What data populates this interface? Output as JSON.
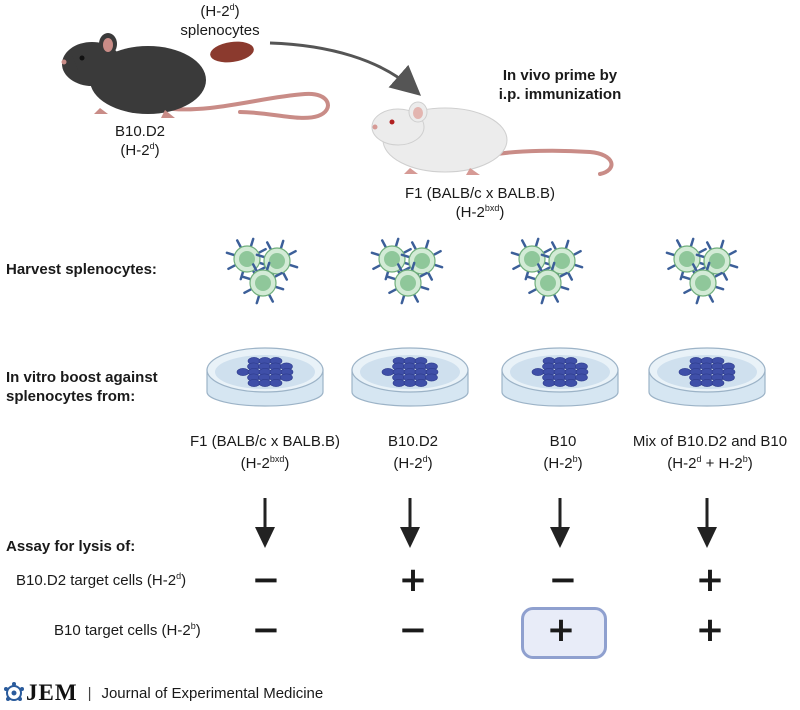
{
  "donor": {
    "haplotype_top_prefix": "(H-2",
    "haplotype_top_sup": "d",
    "haplotype_top_suffix": ")",
    "cells_label": "splenocytes",
    "strain": "B10.D2",
    "haplotype_prefix": "(H-2",
    "haplotype_sup": "d",
    "haplotype_suffix": ")"
  },
  "recipient": {
    "step_line1": "In vivo prime by",
    "step_line2": "i.p. immunization",
    "strain": "F1 (BALB/c x BALB.B)",
    "haplotype_prefix": "(H-2",
    "haplotype_sup": "bxd",
    "haplotype_suffix": ")"
  },
  "steps": {
    "harvest": "Harvest splenocytes:",
    "boost_line1": "In vitro boost against",
    "boost_line2": "splenocytes from:",
    "assay": "Assay for lysis of:"
  },
  "columns": [
    {
      "name": "F1 (BALB/c x BALB.B)",
      "hap_prefix": "(H-2",
      "hap_sup": "bxd",
      "hap_mid": "",
      "hap_sup2": "",
      "hap_suffix": ")",
      "lysis_b10d2": "−",
      "lysis_b10": "−"
    },
    {
      "name": "B10.D2",
      "hap_prefix": "(H-2",
      "hap_sup": "d",
      "hap_mid": "",
      "hap_sup2": "",
      "hap_suffix": ")",
      "lysis_b10d2": "+",
      "lysis_b10": "−"
    },
    {
      "name": "B10",
      "hap_prefix": "(H-2",
      "hap_sup": "b",
      "hap_mid": "",
      "hap_sup2": "",
      "hap_suffix": ")",
      "lysis_b10d2": "−",
      "lysis_b10": "+"
    },
    {
      "name": "Mix of B10.D2 and B10",
      "hap_prefix": "(H-2",
      "hap_sup": "d",
      "hap_mid": " + H-2",
      "hap_sup2": "b",
      "hap_suffix": ")",
      "lysis_b10d2": "+",
      "lysis_b10": "+"
    }
  ],
  "targets": {
    "b10d2_prefix": "B10.D2 target cells (H-2",
    "b10d2_sup": "d",
    "b10d2_suffix": ")",
    "b10_prefix": "B10 target cells (H-2",
    "b10_sup": "b",
    "b10_suffix": ")"
  },
  "footer": {
    "logo": "JEM",
    "separator": "|",
    "journal": "Journal of Experimental Medicine"
  },
  "colors": {
    "dark_mouse": "#3a3a3a",
    "white_mouse": "#ececec",
    "tail": "#c98c87",
    "spleen": "#8b3a2e",
    "cell": "#8fc79a",
    "receptor": "#3c5f99",
    "dish_cells": "#3f4fa8",
    "highlight": "#8fa0cf"
  }
}
